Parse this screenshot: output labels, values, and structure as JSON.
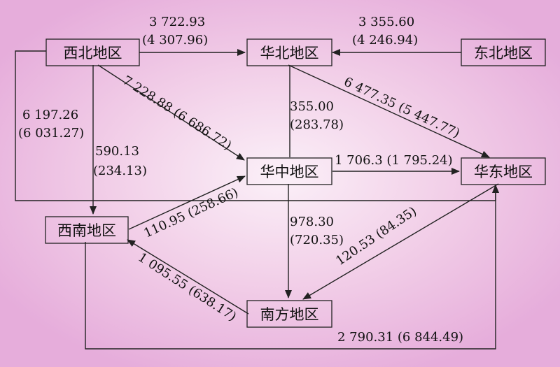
{
  "nodes": {
    "xibei": "西北地区",
    "huabei": "华北地区",
    "dongbei": "东北地区",
    "huazhong": "华中地区",
    "huadong": "华东地区",
    "xinan": "西南地区",
    "nanfang": "南方地区"
  },
  "labels": {
    "xibei_huabei_1": "3 722.93",
    "xibei_huabei_2": "(4 307.96)",
    "dongbei_huabei_1": "3 355.60",
    "dongbei_huabei_2": "(4 246.94)",
    "xibei_huadong_1": "6 197.26",
    "xibei_huadong_2": "(6 031.27)",
    "xibei_huazhong": "7 228.88 (6 686.72)",
    "huabei_huadong": "6 477.35 (5 447.77)",
    "huabei_huazhong_1": "355.00",
    "huabei_huazhong_2": "(283.78)",
    "xibei_xinan_1": "590.13",
    "xibei_xinan_2": "(234.13)",
    "huazhong_huadong": "1 706.3 (1 795.24)",
    "xinan_huazhong": "110.95 (258.66)",
    "huazhong_nanfang_1": "978.30",
    "huazhong_nanfang_2": "(720.35)",
    "huadong_nanfang": "120.53 (84.35)",
    "nanfang_xinan": "1 095.55 (638.17)",
    "xinan_huadong": "2 790.31 (6 844.49)"
  }
}
